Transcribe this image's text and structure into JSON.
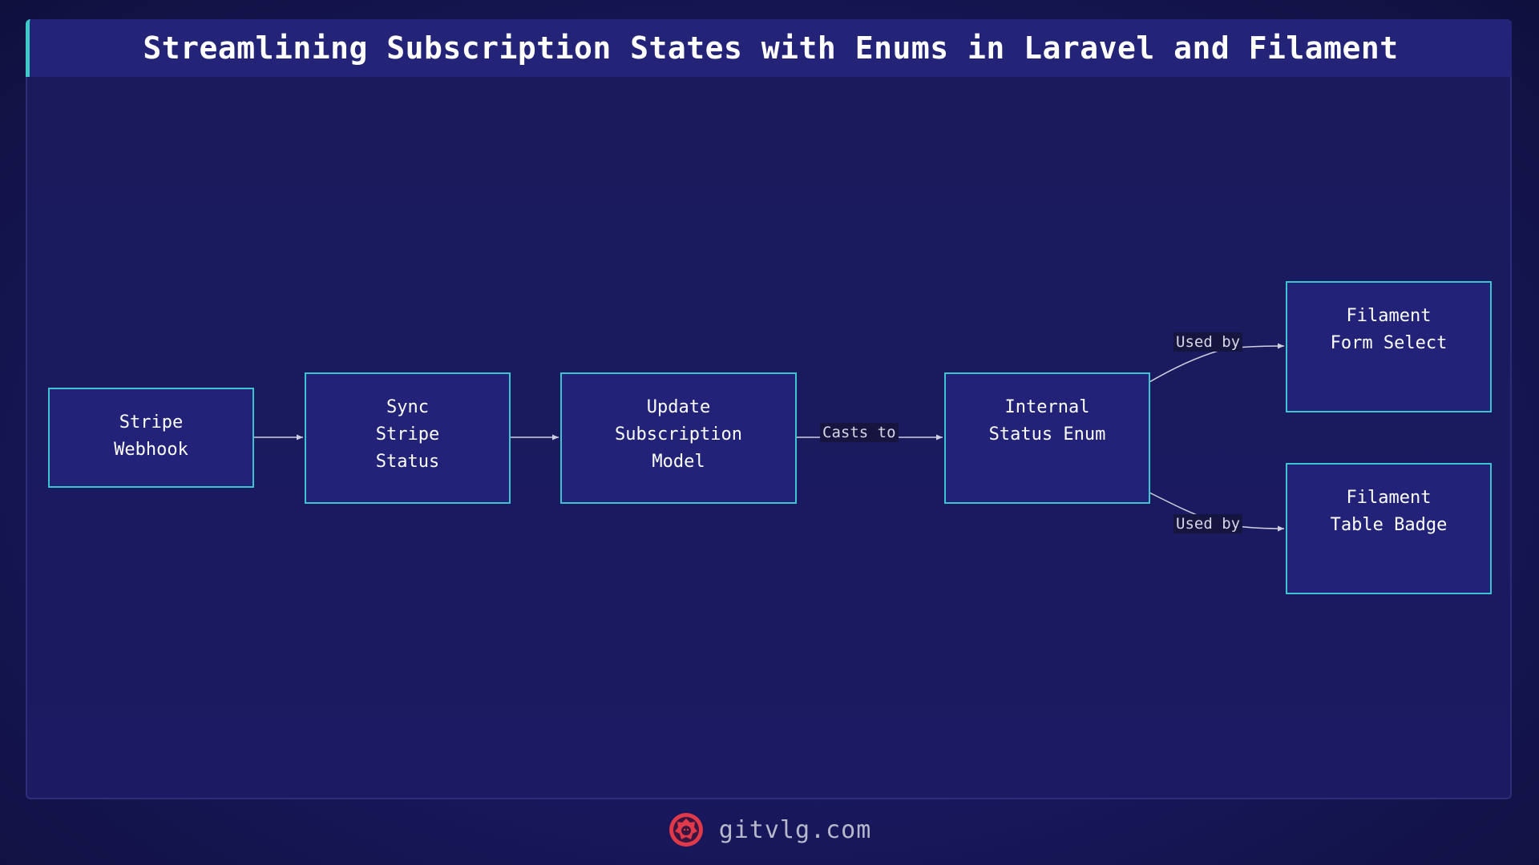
{
  "title": "Streamlining Subscription States with Enums in Laravel and Filament",
  "nodes": {
    "stripe_webhook": [
      "Stripe",
      "Webhook"
    ],
    "sync_status": [
      "Sync",
      "Stripe",
      "Status"
    ],
    "update_model": [
      "Update",
      "Subscription",
      "Model"
    ],
    "status_enum": [
      "Internal",
      "Status Enum"
    ],
    "form_select": [
      "Filament",
      "Form Select"
    ],
    "table_badge": [
      "Filament",
      "Table Badge"
    ]
  },
  "edge_labels": {
    "casts_to": "Casts to",
    "used_by_top": "Used by",
    "used_by_bottom": "Used by"
  },
  "footer": {
    "site": "gitvlg.com",
    "logo_icon": "lion-logo-icon"
  },
  "colors": {
    "accent": "#3ec4cf",
    "node_fill": "#222278",
    "background": "#19195c",
    "logo": "#e0394a"
  }
}
